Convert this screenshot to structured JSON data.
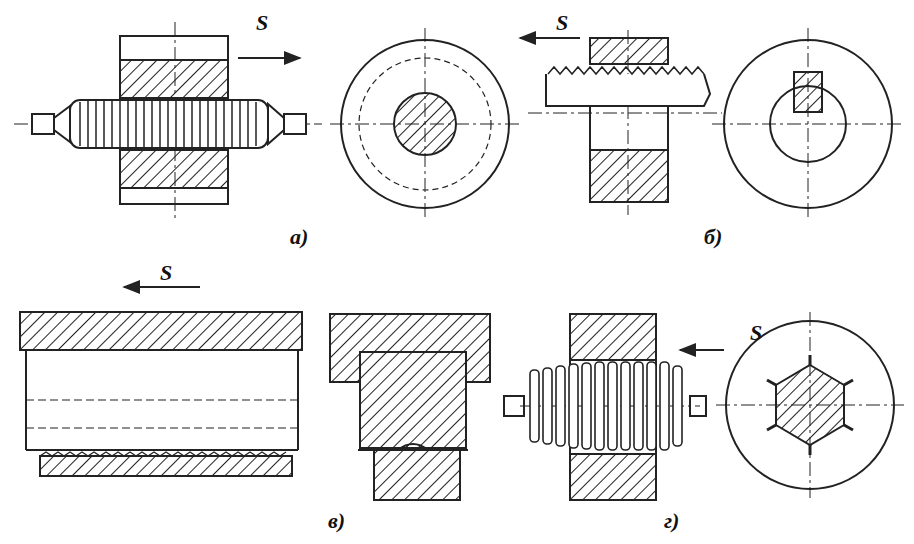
{
  "diagram": {
    "labels": [
      "S",
      "S",
      "а)",
      "б)",
      "S",
      "S",
      "в)",
      "г)"
    ]
  }
}
